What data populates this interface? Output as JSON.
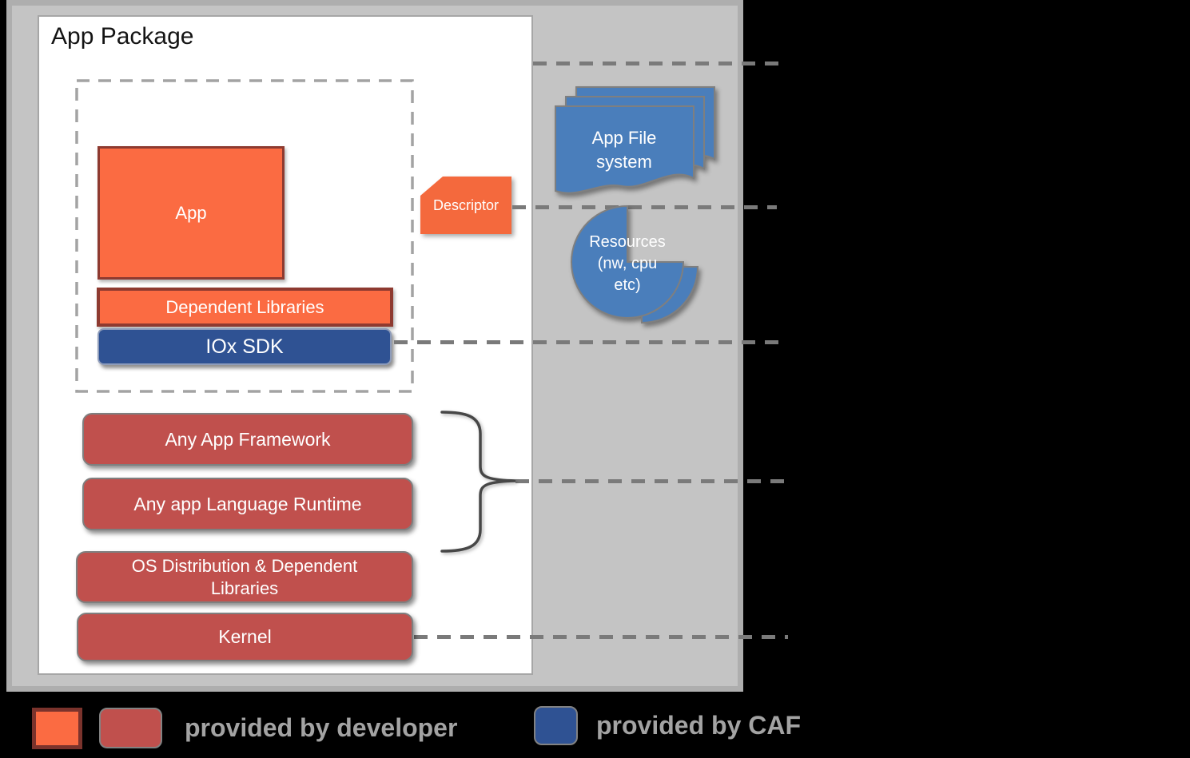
{
  "canvas": {
    "title": "App Package"
  },
  "package": {
    "app": "App",
    "dependent_libraries": "Dependent Libraries",
    "iox_sdk": "IOx SDK",
    "descriptor": "Descriptor"
  },
  "stack": {
    "any_app_framework": "Any App Framework",
    "any_app_language_runtime": "Any app Language Runtime",
    "os_distribution": "OS Distribution & Dependent\nLibraries",
    "kernel": "Kernel"
  },
  "external": {
    "app_file_system": "App File\nsystem",
    "resources": "Resources\n(nw, cpu\netc)"
  },
  "legend": {
    "developer": "provided by developer",
    "caf": "provided by CAF"
  },
  "colors": {
    "orange": "#fb6b42",
    "orange_border": "#8e3a30",
    "red": "#c0504d",
    "dark_blue": "#2f5293",
    "shape_blue": "#4a7ebb",
    "canvas_gray": "#c4c4c4",
    "dash_gray": "#7a7a7a",
    "legend_text_gray": "#a3a3a3"
  }
}
